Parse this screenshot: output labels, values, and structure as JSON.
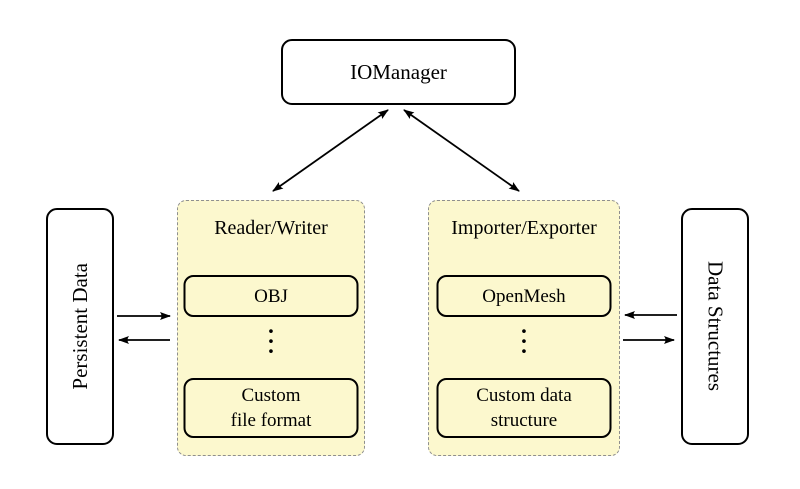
{
  "nodes": {
    "iomanager": "IOManager",
    "persistent_data": "Persistent Data",
    "data_structures": "Data Structures"
  },
  "reader_writer_group": {
    "label": "Reader/Writer",
    "top_item": "OBJ",
    "dots": "·\n·\n·",
    "bottom_item": "Custom\nfile format"
  },
  "importer_exporter_group": {
    "label": "Importer/Exporter",
    "top_item": "OpenMesh",
    "dots": "·\n·\n·",
    "bottom_item": "Custom data\nstructure"
  },
  "colors": {
    "background": "#FFFFFF",
    "group_fill": "#FCF8CE",
    "group_border_dashed": "#8F8F8F",
    "node_fill": "#FFFFFF",
    "node_border": "#000000",
    "arrow": "#000000"
  }
}
